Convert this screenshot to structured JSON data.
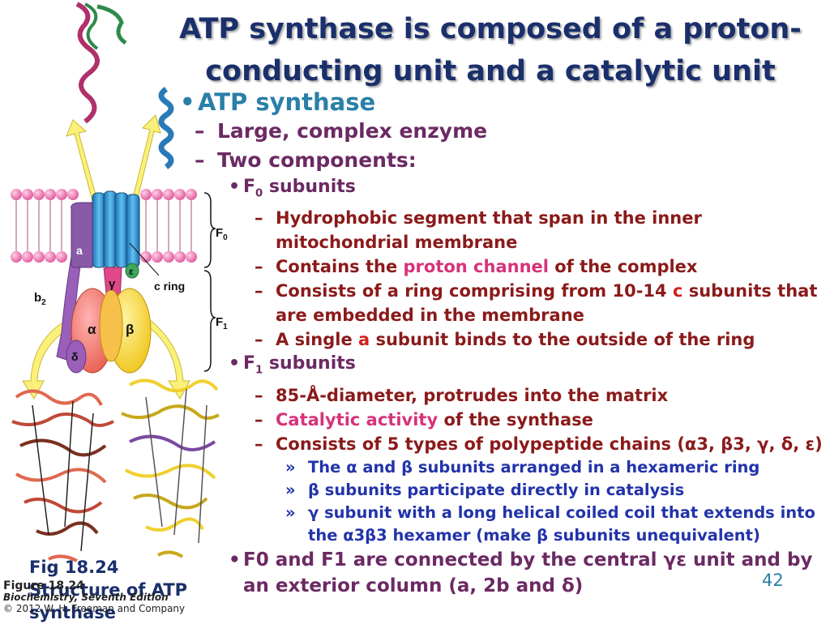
{
  "title": "ATP synthase is composed of a proton-conducting unit and a catalytic unit",
  "figure": {
    "labels": {
      "F0": "F",
      "F0_sub": "0",
      "F1": "F",
      "F1_sub": "1",
      "a": "a",
      "b2": "b",
      "b2_sub": "2",
      "gamma": "γ",
      "epsilon": "ε",
      "c_ring": "c ring",
      "alpha": "α",
      "beta": "β",
      "delta": "δ"
    }
  },
  "bullets": {
    "b1": "ATP synthase",
    "b1_1": "Large, complex enzyme",
    "b1_2": "Two components:",
    "f0_head": "F",
    "f0_sub": "0",
    "f0_tail": " subunits",
    "f0_items": {
      "i1": "Hydrophobic segment that span in the inner mitochondrial membrane",
      "i2_pre": "Contains the ",
      "i2_hl": "proton channel",
      "i2_post": " of the complex",
      "i3_pre": "Consists of a ring comprising from 10-14 ",
      "i3_hl": "c",
      "i3_post": " subunits that are embedded in the membrane",
      "i4_pre": "A single ",
      "i4_hl": "a",
      "i4_post": " subunit binds to the outside of the ring"
    },
    "f1_head": "F",
    "f1_sub": "1",
    "f1_tail": " subunits",
    "f1_items": {
      "i1": "85-Å-diameter, protrudes into the matrix",
      "i2_hl": "Catalytic activity",
      "i2_post": " of the synthase",
      "i3": "Consists of 5 types of polypeptide chains (α3, β3, γ, δ, ε)",
      "s1": "The α and β subunits arranged in a hexameric ring",
      "s2": "β subunits participate directly in catalysis",
      "s3": "γ subunit with a long helical coiled coil that extends into the α3β3 hexamer (make β subunits unequivalent)"
    },
    "final": "F0 and F1 are connected by the central γε unit and by an exterior column (a, 2b and δ)"
  },
  "caption": "Fig 18.24 Structure of ATP synthase",
  "credit": {
    "figure": "Figure 18.24",
    "book": "Biochemistry, Seventh Edition",
    "copyright": "© 2012 W. H. Freeman and Company"
  },
  "page_number": "42",
  "colors": {
    "title": "#1a2f6b",
    "level1": "#2a7fa8",
    "level2": "#6b2a63",
    "level4": "#8b1a1a",
    "level5": "#2233aa",
    "highlight_pink": "#d6337a",
    "highlight_red": "#d42020"
  }
}
